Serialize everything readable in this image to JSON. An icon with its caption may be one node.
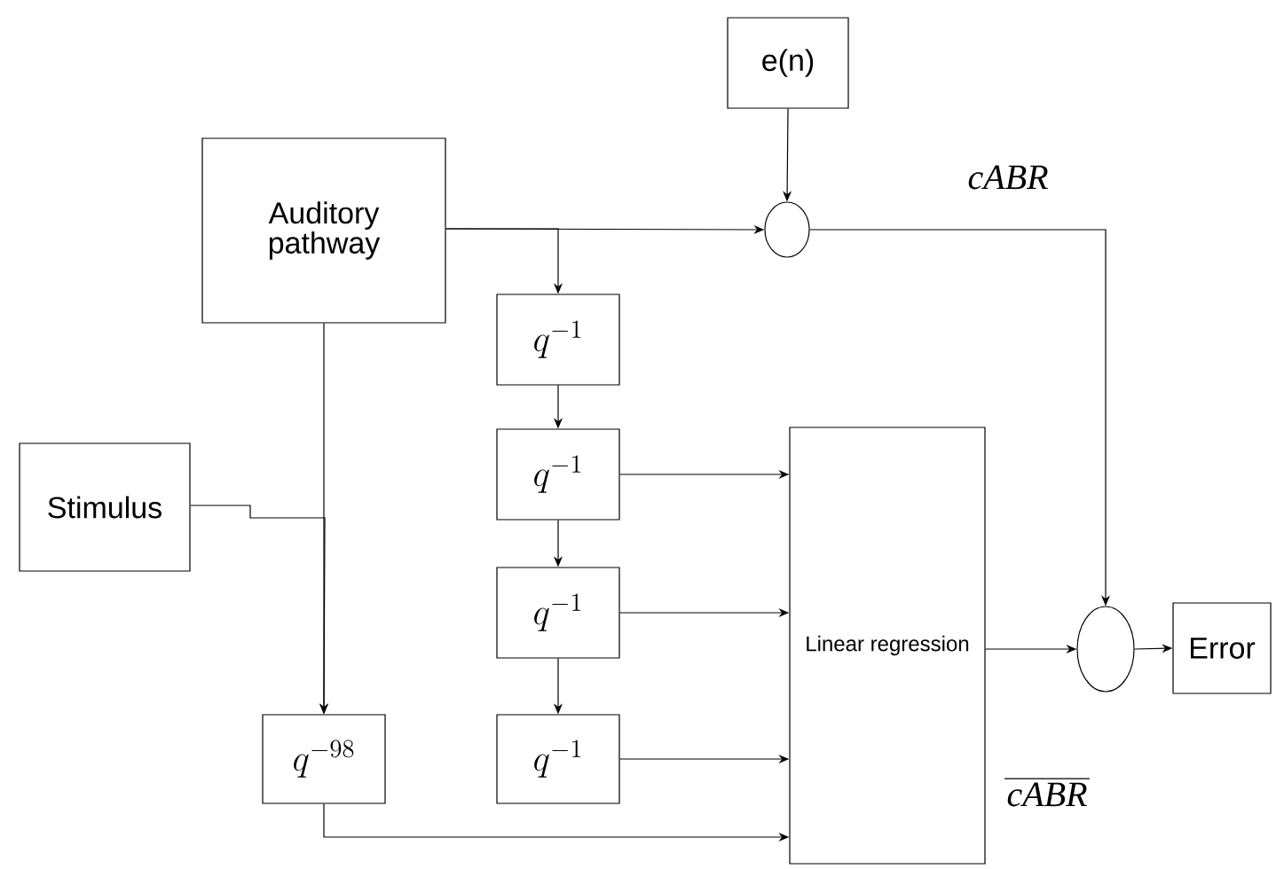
{
  "diagram": {
    "nodes": [
      {
        "text": [
          "Auditory pathway"
        ]
      },
      {
        "text": [
          "e(n)"
        ]
      },
      {
        "text": [],
        "shape": "circle"
      },
      {
        "text": [
          "Stimulus"
        ]
      },
      {
        "text": [
          "q^{-1}"
        ]
      },
      {
        "text": [
          "q^{-1}"
        ]
      },
      {
        "text": [
          "q^{-1}"
        ]
      },
      {
        "text": [
          "q^{-1}"
        ]
      },
      {
        "text": [
          "q^{-98}"
        ]
      },
      {
        "text": [
          "Linear regression"
        ]
      },
      {
        "text": [],
        "shape": "circle"
      },
      {
        "text": [
          "Error"
        ]
      }
    ],
    "edges": [
      {
        "from": 0,
        "to": 2,
        "arrow": "to"
      },
      {
        "from": 0,
        "to": 4,
        "arrow": "to"
      },
      {
        "from": 1,
        "to": 2,
        "arrow": "to"
      },
      {
        "from": 2,
        "to": 10,
        "arrow": "to",
        "label": "cABR"
      },
      {
        "from": 0,
        "to": 8,
        "arrow": "to"
      },
      {
        "from": 3,
        "to": 8,
        "arrow": "to"
      },
      {
        "from": 4,
        "to": 5,
        "arrow": "to"
      },
      {
        "from": 5,
        "to": 6,
        "arrow": "to"
      },
      {
        "from": 6,
        "to": 7,
        "arrow": "to"
      },
      {
        "from": 5,
        "to": 9,
        "arrow": "to"
      },
      {
        "from": 6,
        "to": 9,
        "arrow": "to"
      },
      {
        "from": 7,
        "to": 9,
        "arrow": "to"
      },
      {
        "from": 8,
        "to": 9,
        "arrow": "to"
      },
      {
        "from": 9,
        "to": 10,
        "arrow": "to",
        "label": "cABR"
      },
      {
        "from": 10,
        "to": 11,
        "arrow": "to"
      }
    ]
  }
}
